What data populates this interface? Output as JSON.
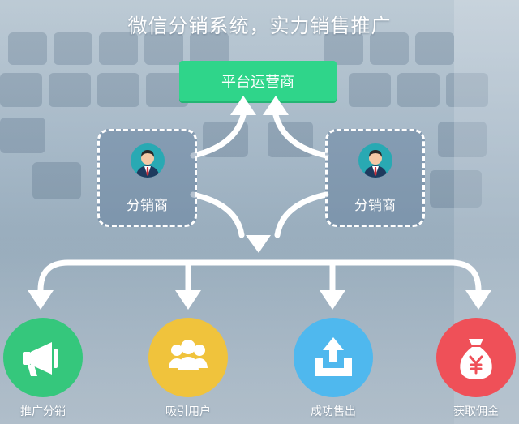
{
  "title": "微信分销系统，实力销售推广",
  "platform": {
    "label": "平台运营商"
  },
  "distributors": [
    {
      "label": "分销商"
    },
    {
      "label": "分销商"
    }
  ],
  "benefits": [
    {
      "label": "推广分销",
      "icon": "megaphone-icon",
      "color": "#35c77c"
    },
    {
      "label": "吸引用户",
      "icon": "users-icon",
      "color": "#f0c33c"
    },
    {
      "label": "成功售出",
      "icon": "upload-tray-icon",
      "color": "#4fb8ee"
    },
    {
      "label": "获取佣金",
      "icon": "money-bag-yen-icon",
      "color": "#ef5058"
    }
  ],
  "colors": {
    "platform": "#2fd58a",
    "avatar": "#29a9b3",
    "arrows": "#ffffff"
  }
}
